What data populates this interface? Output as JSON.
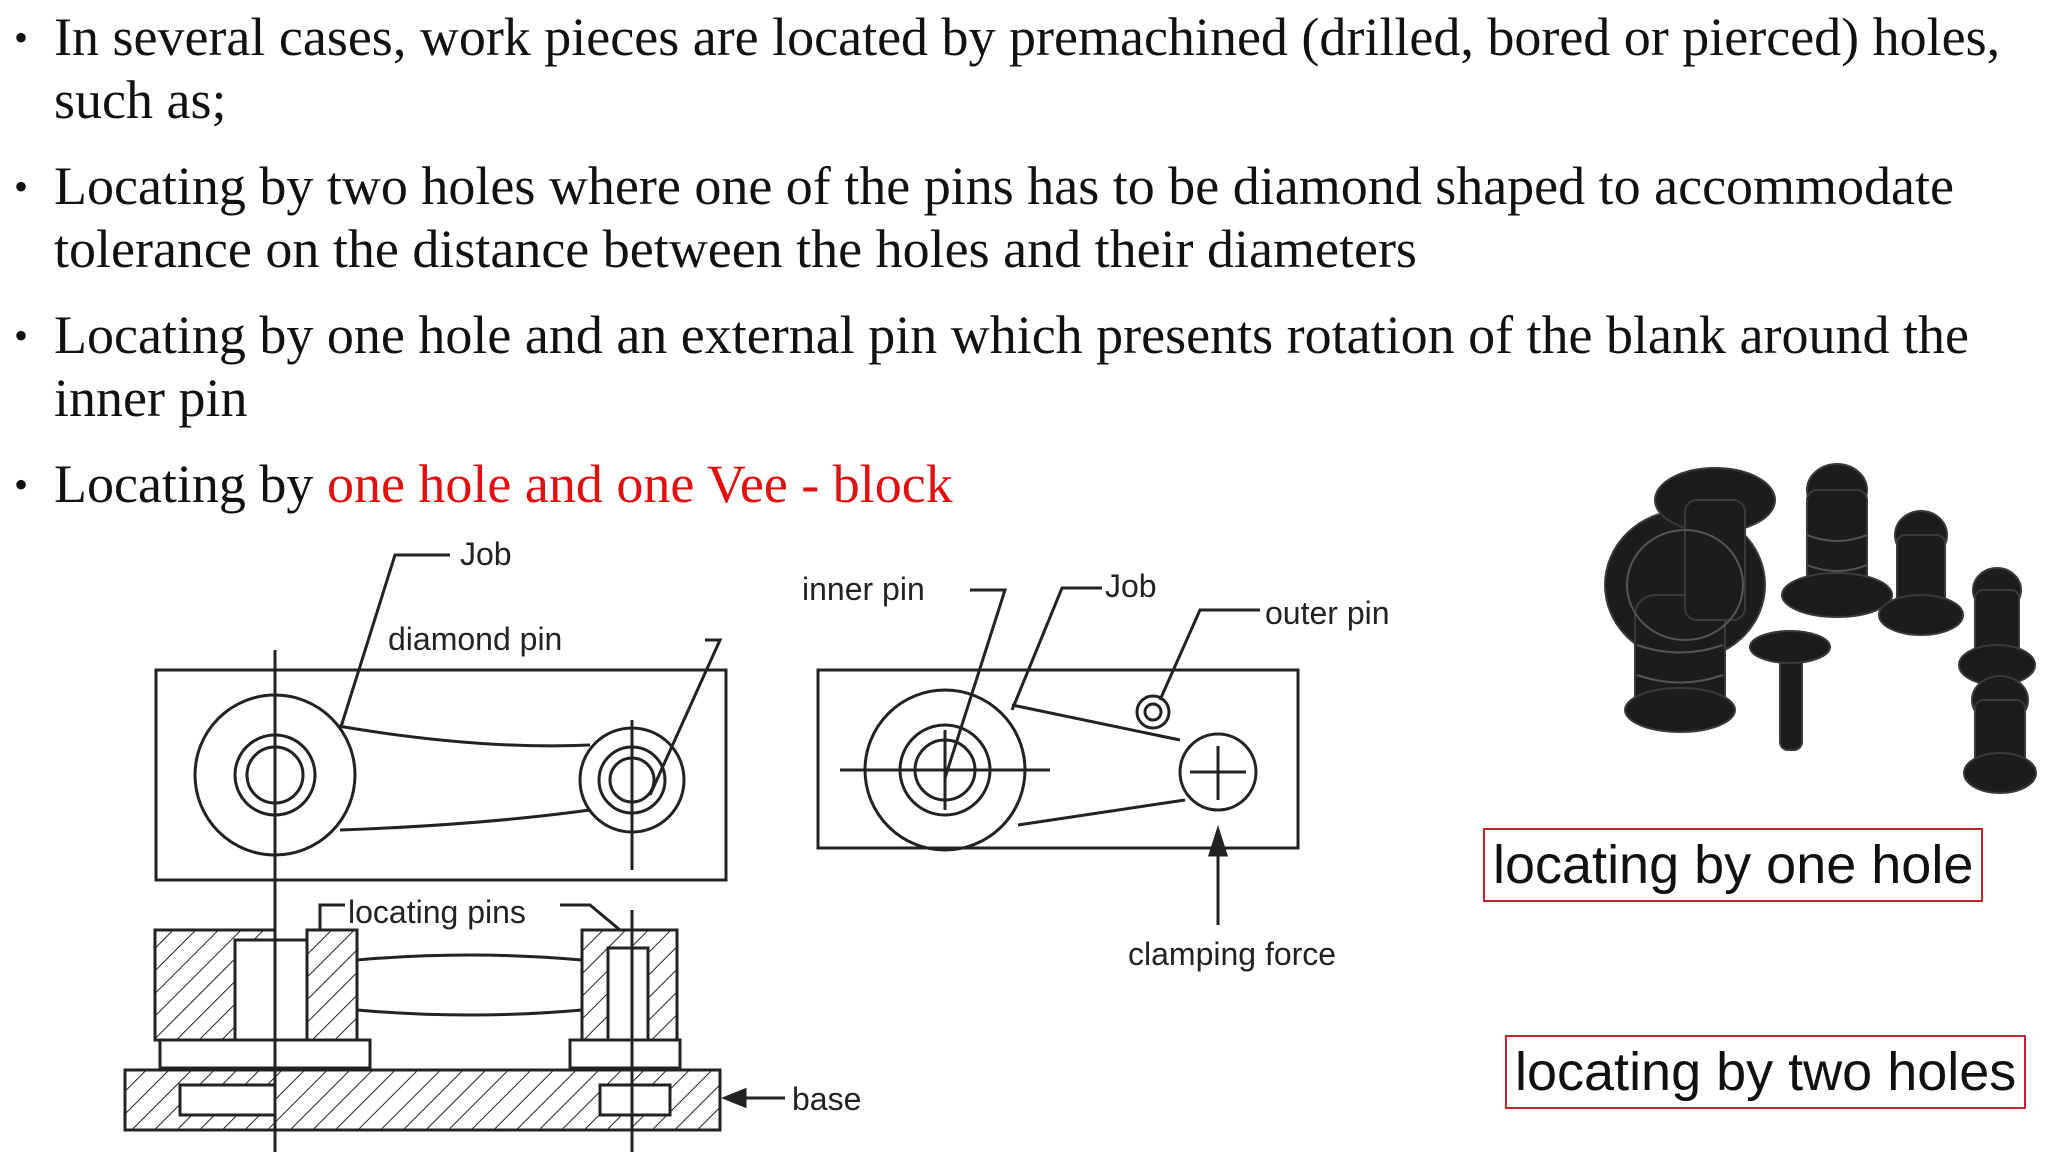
{
  "bullets": [
    {
      "text": "In several cases, work pieces are located by premachined (drilled, bored or pierced) holes, such as;"
    },
    {
      "text": "Locating by two holes where one of the pins has to be diamond shaped to accommodate tolerance on the distance between the holes and their diameters"
    },
    {
      "text": "Locating by one hole and an external pin which presents rotation of the blank around the inner pin"
    },
    {
      "prefix": "Locating by ",
      "highlight": "one hole and one Vee - block"
    }
  ],
  "fig1": {
    "job": "Job",
    "diamond_pin": "diamond pin",
    "locating_pins": "locating pins",
    "base": "base"
  },
  "fig2": {
    "inner_pin": "inner pin",
    "job": "Job",
    "outer_pin": "outer pin",
    "clamping_force": "clamping force"
  },
  "captions": {
    "one_hole": "locating by one hole",
    "two_holes": "locating by two holes"
  },
  "colors": {
    "highlight": "#e01010",
    "caption_border": "#c8202a"
  }
}
